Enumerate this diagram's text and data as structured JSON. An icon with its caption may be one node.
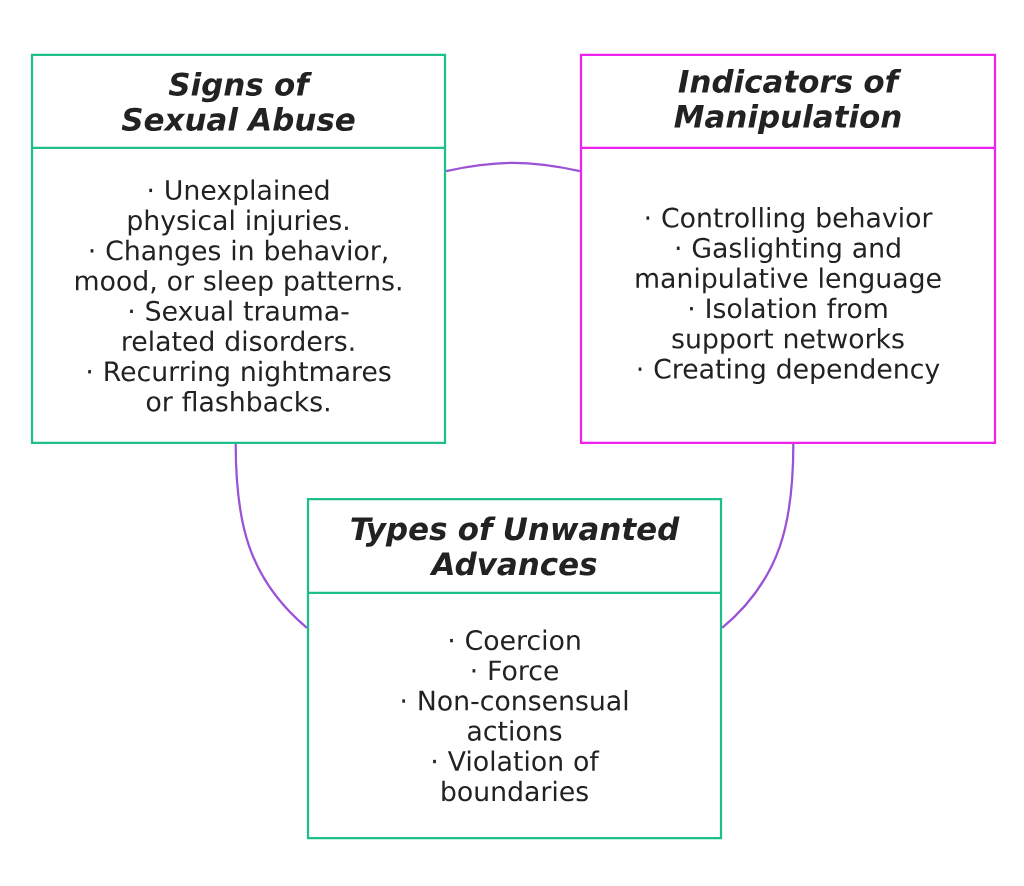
{
  "diagram": {
    "nodes": [
      {
        "text": [
          "Signs of Sexual Abuse",
          "· Unexplained physical injuries.",
          "· Changes in behavior, mood, or sleep patterns.",
          "· Sexual trauma-related disorders.",
          "· Recurring nightmares or flashbacks."
        ]
      },
      {
        "text": [
          "Indicators of Manipulation",
          "· Controlling behavior",
          "· Gaslighting and manipulative lenguage",
          "· Isolation from support networks",
          "· Creating dependency"
        ]
      },
      {
        "text": [
          "Types of Unwanted Advances",
          "· Coercion",
          "· Force",
          "· Non-consensual actions",
          "· Violation of boundaries"
        ]
      }
    ],
    "edges": [
      {
        "from": 0,
        "to": 1,
        "arrow": "none"
      },
      {
        "from": 0,
        "to": 2,
        "arrow": "none"
      },
      {
        "from": 1,
        "to": 2,
        "arrow": "none"
      }
    ]
  }
}
